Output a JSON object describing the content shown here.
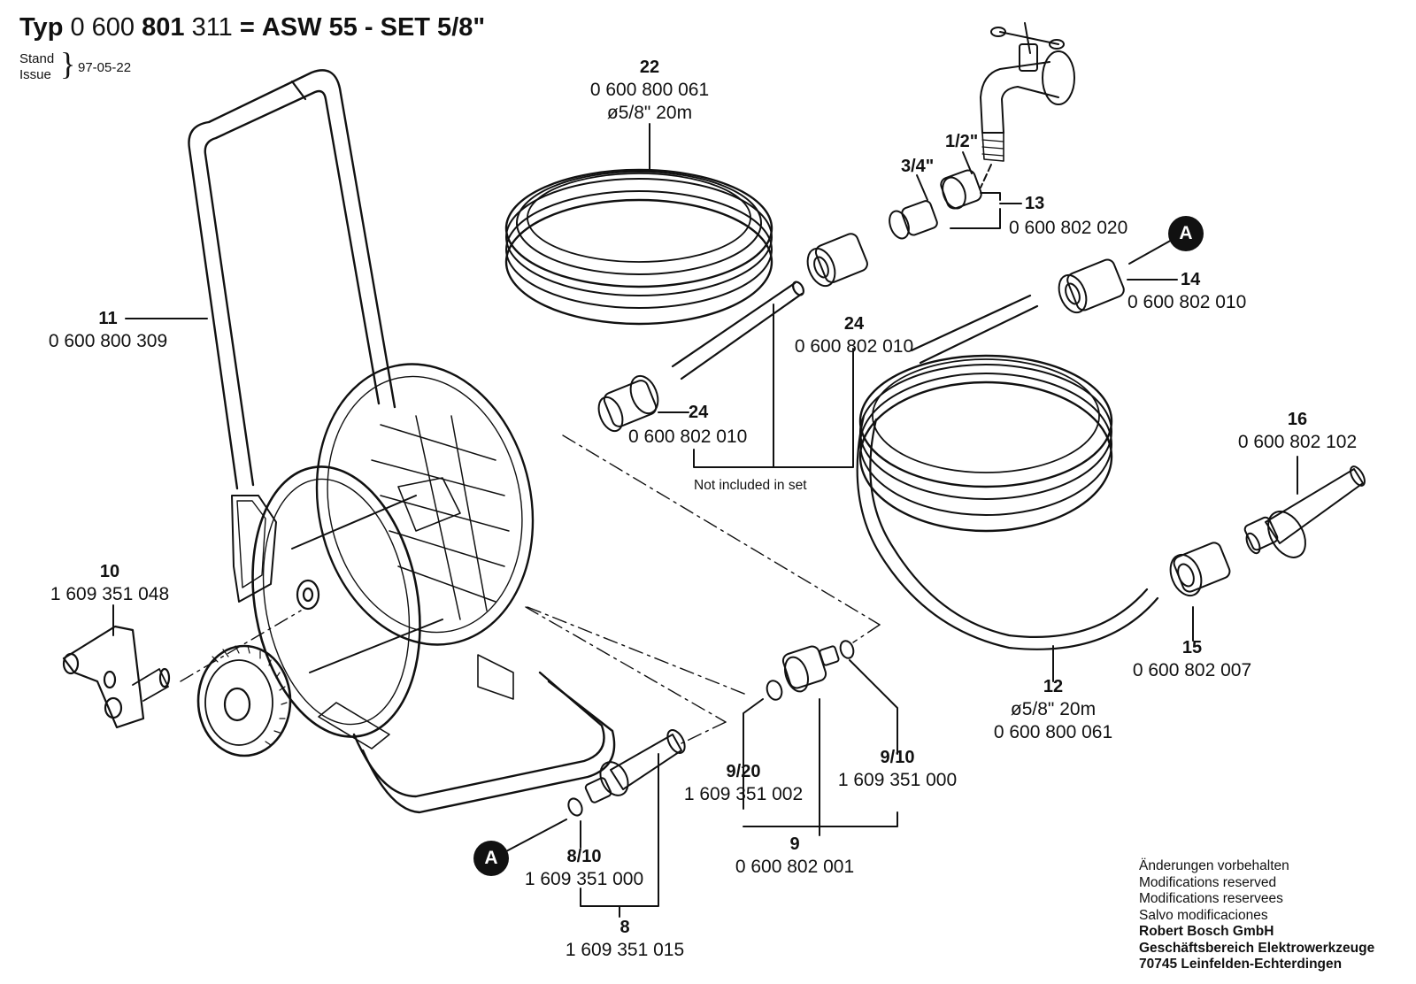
{
  "header": {
    "typ_label": "Typ",
    "typ_part1": "0 600",
    "typ_part2": "801",
    "typ_part3": "311",
    "equals": "=",
    "model": "ASW 55 - SET 5/8\"",
    "stand_label": "Stand",
    "issue_label": "Issue",
    "brace": "}",
    "date": "97-05-22"
  },
  "callouts": {
    "p22": {
      "num": "22",
      "part": "0 600 800 061",
      "spec": "ø5/8\" 20m"
    },
    "p11": {
      "num": "11",
      "part": "0 600 800 309"
    },
    "p13": {
      "num": "13",
      "part": "0 600 802 020"
    },
    "p14": {
      "num": "14",
      "part": "0 600 802 010"
    },
    "p24a": {
      "num": "24",
      "part": "0 600 802 010"
    },
    "p24b": {
      "num": "24",
      "part": "0 600 802 010"
    },
    "p16": {
      "num": "16",
      "part": "0 600 802 102"
    },
    "p10": {
      "num": "10",
      "part": "1 609 351 048"
    },
    "p15": {
      "num": "15",
      "part": "0 600 802 007"
    },
    "p12": {
      "num": "12",
      "spec": "ø5/8\" 20m",
      "part": "0 600 800 061"
    },
    "p9_20": {
      "num": "9/20",
      "part": "1 609 351 002"
    },
    "p9_10": {
      "num": "9/10",
      "part": "1 609 351 000"
    },
    "p9": {
      "num": "9",
      "part": "0 600 802 001"
    },
    "p8_10": {
      "num": "8/10",
      "part": "1 609 351 000"
    },
    "p8": {
      "num": "8",
      "part": "1 609 351 015"
    },
    "thread_half": "1/2\"",
    "thread_three_quarter": "3/4\"",
    "not_included": "Not included in set",
    "marker_a": "A"
  },
  "footer": {
    "lines": [
      "Änderungen vorbehalten",
      "Modifications reserved",
      "Modifications reservees",
      "Salvo modificaciones"
    ],
    "company": "Robert Bosch GmbH",
    "division": "Geschäftsbereich Elektrowerkzeuge",
    "address": "70745 Leinfelden-Echterdingen"
  }
}
